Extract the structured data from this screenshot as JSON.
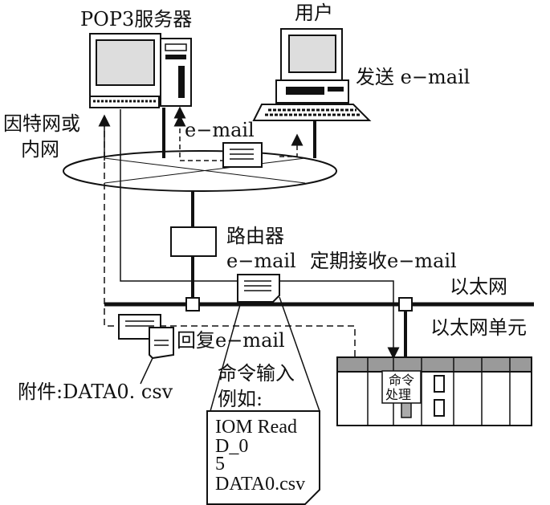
{
  "labels": {
    "pop3_server": "POP3服务器",
    "user": "用户",
    "send_email": "发送 e−mail",
    "internet_line1": "因特网或",
    "internet_line2": "内网",
    "email_up": "e−mail",
    "router": "路由器",
    "router_email": "e−mail",
    "periodic_receive": "定期接收e−mail",
    "ethernet": "以太网",
    "ethernet_unit": "以太网单元",
    "reply_email": "回复e−mail",
    "attachment": "附件:DATA0. csv",
    "command_input_line1": "命令输入",
    "command_input_line2": "例如:",
    "cmd_processing_line1": "命令",
    "cmd_processing_line2": "处理"
  },
  "command_example": [
    "IOM Read",
    "D_0",
    "5",
    "DATA0.csv"
  ],
  "colors": {
    "stroke": "#111111",
    "plc_top": "#9a9a9a",
    "paper": "#ffffff"
  },
  "icons": [
    "computer-icon",
    "tower-icon",
    "keyboard-icon",
    "envelope-icon",
    "router-icon",
    "plc-icon"
  ]
}
